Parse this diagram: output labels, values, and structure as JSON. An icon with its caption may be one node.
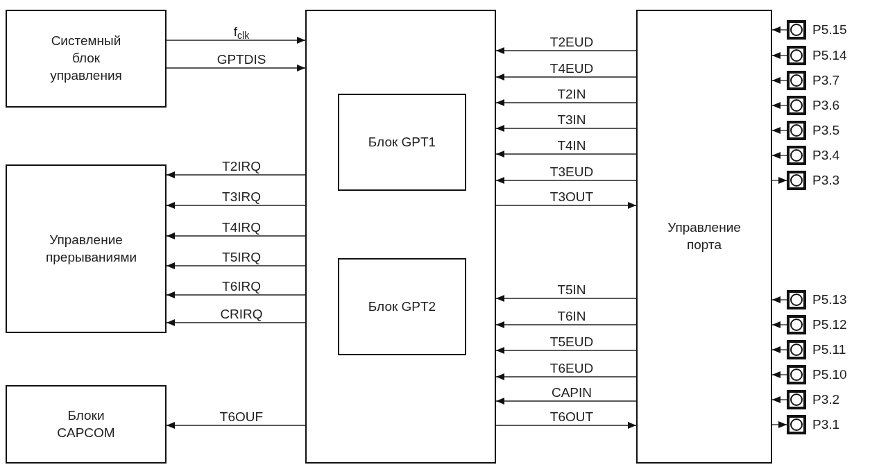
{
  "diagram": {
    "nodes": [
      {
        "text": [
          "Системный блок управления"
        ]
      },
      {
        "text": [
          "Управление прерываниями"
        ]
      },
      {
        "text": [
          "Блоки CAPCOM"
        ]
      },
      {
        "text": [],
        "shape": "box"
      },
      {
        "text": [
          "Блок GPT1"
        ],
        "in": 3
      },
      {
        "text": [
          "Блок GPT2"
        ],
        "in": 3
      },
      {
        "text": [
          "Управление порта"
        ]
      },
      {
        "text": [],
        "shape": "box",
        "beside": [
          "P5.15"
        ]
      },
      {
        "text": [],
        "shape": "box",
        "beside": [
          "P5.14"
        ]
      },
      {
        "text": [],
        "shape": "box",
        "beside": [
          "P3.7"
        ]
      },
      {
        "text": [],
        "shape": "box",
        "beside": [
          "P3.6"
        ]
      },
      {
        "text": [],
        "shape": "box",
        "beside": [
          "P3.5"
        ]
      },
      {
        "text": [],
        "shape": "box",
        "beside": [
          "P3.4"
        ]
      },
      {
        "text": [],
        "shape": "box",
        "beside": [
          "P3.3"
        ]
      },
      {
        "text": [],
        "shape": "box",
        "beside": [
          "P5.13"
        ]
      },
      {
        "text": [],
        "shape": "box",
        "beside": [
          "P5.12"
        ]
      },
      {
        "text": [],
        "shape": "box",
        "beside": [
          "P5.11"
        ]
      },
      {
        "text": [],
        "shape": "box",
        "beside": [
          "P5.10"
        ]
      },
      {
        "text": [],
        "shape": "box",
        "beside": [
          "P3.2"
        ]
      },
      {
        "text": [],
        "shape": "box",
        "beside": [
          "P3.1"
        ]
      }
    ],
    "edges": [
      {
        "from": 0,
        "to": 3,
        "arrow": "to",
        "label": "f$_{clk}$"
      },
      {
        "from": 0,
        "to": 3,
        "arrow": "to",
        "label": "GPTDIS"
      },
      {
        "from": 3,
        "to": 1,
        "arrow": "to",
        "label": "T2IRQ"
      },
      {
        "from": 3,
        "to": 1,
        "arrow": "to",
        "label": "T3IRQ"
      },
      {
        "from": 3,
        "to": 1,
        "arrow": "to",
        "label": "T4IRQ"
      },
      {
        "from": 3,
        "to": 1,
        "arrow": "to",
        "label": "T5IRQ"
      },
      {
        "from": 3,
        "to": 1,
        "arrow": "to",
        "label": "T6IRQ"
      },
      {
        "from": 3,
        "to": 1,
        "arrow": "to",
        "label": "CRIRQ"
      },
      {
        "from": 3,
        "to": 2,
        "arrow": "to",
        "label": "T6OUF"
      },
      {
        "from": 6,
        "to": 3,
        "arrow": "to",
        "label": "T2EUD"
      },
      {
        "from": 6,
        "to": 3,
        "arrow": "to",
        "label": "T4EUD"
      },
      {
        "from": 6,
        "to": 3,
        "arrow": "to",
        "label": "T2IN"
      },
      {
        "from": 6,
        "to": 3,
        "arrow": "to",
        "label": "T3IN"
      },
      {
        "from": 6,
        "to": 3,
        "arrow": "to",
        "label": "T4IN"
      },
      {
        "from": 6,
        "to": 3,
        "arrow": "to",
        "label": "T3EUD"
      },
      {
        "from": 3,
        "to": 6,
        "arrow": "to",
        "label": "T3OUT"
      },
      {
        "from": 6,
        "to": 3,
        "arrow": "to",
        "label": "T5IN"
      },
      {
        "from": 6,
        "to": 3,
        "arrow": "to",
        "label": "T6IN"
      },
      {
        "from": 6,
        "to": 3,
        "arrow": "to",
        "label": "T5EUD"
      },
      {
        "from": 6,
        "to": 3,
        "arrow": "to",
        "label": "T6EUD"
      },
      {
        "from": 6,
        "to": 3,
        "arrow": "to",
        "label": "CAPIN"
      },
      {
        "from": 3,
        "to": 6,
        "arrow": "to",
        "label": "T6OUT"
      },
      {
        "from": 7,
        "to": 6,
        "arrow": "to"
      },
      {
        "from": 8,
        "to": 6,
        "arrow": "to"
      },
      {
        "from": 9,
        "to": 6,
        "arrow": "to"
      },
      {
        "from": 10,
        "to": 6,
        "arrow": "to"
      },
      {
        "from": 11,
        "to": 6,
        "arrow": "to"
      },
      {
        "from": 12,
        "to": 6,
        "arrow": "to"
      },
      {
        "from": 6,
        "to": 13,
        "arrow": "to"
      },
      {
        "from": 14,
        "to": 6,
        "arrow": "to"
      },
      {
        "from": 15,
        "to": 6,
        "arrow": "to"
      },
      {
        "from": 16,
        "to": 6,
        "arrow": "to"
      },
      {
        "from": 17,
        "to": 6,
        "arrow": "to"
      },
      {
        "from": 18,
        "to": 6,
        "arrow": "to"
      },
      {
        "from": 6,
        "to": 19,
        "arrow": "to"
      }
    ]
  }
}
